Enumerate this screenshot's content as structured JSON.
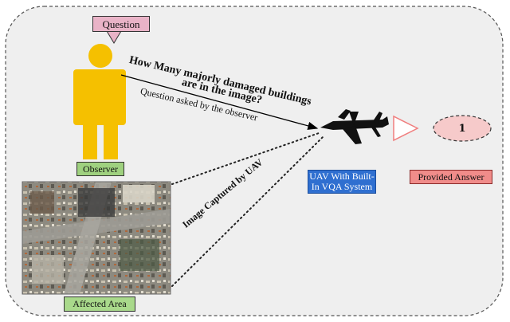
{
  "labels": {
    "question": "Question",
    "observer": "Observer",
    "affected_area": "Affected Area",
    "uav_system": "UAV With Built-In VQA System",
    "provided_answer": "Provided Answer",
    "answer_value": "1"
  },
  "question_text": {
    "line1": "How Many majorly damaged buildings",
    "line2": "are in the image?",
    "caption": "Question asked by the observer"
  },
  "image_caption": "Image Captured by UAV",
  "colors": {
    "observer_figure": "#f5c000",
    "question_box": "#e9b3c7",
    "observer_box": "#9fd17f",
    "affected_box": "#a9d98b",
    "uav_box": "#2f6fd0",
    "answer_box": "#f08c8a",
    "answer_ellipse": "#f6caca",
    "triangle_outline": "#f07f7f",
    "background_panel": "#efefef"
  }
}
